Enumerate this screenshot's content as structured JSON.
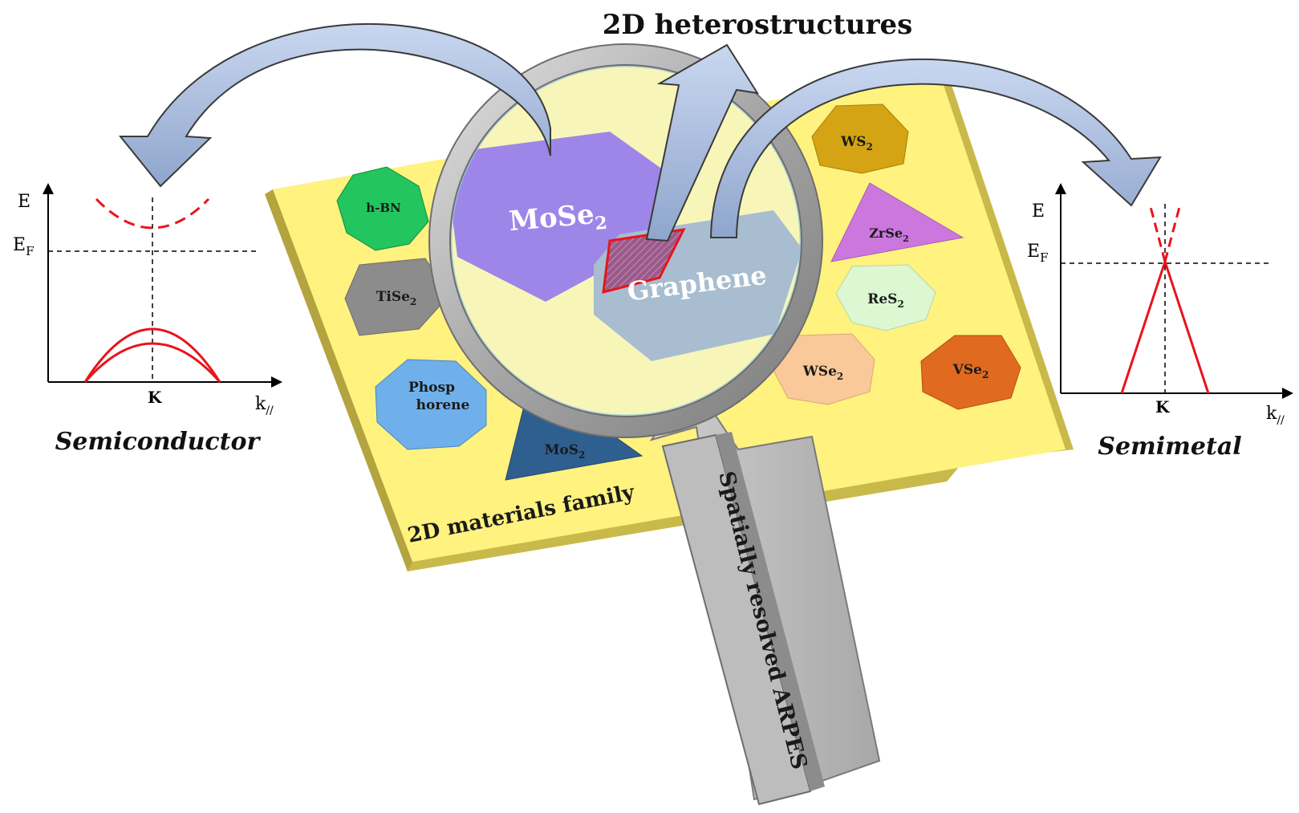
{
  "title": "2D heterostructures",
  "board_label": "2D materials family",
  "handle_label": "Spatially resolved ARPES",
  "materials": {
    "hbn": "h-BN",
    "tise2": "TiSe",
    "phos_line1": "Phosp",
    "phos_line2": "horene",
    "mos2": "MoS",
    "ws2": "WS",
    "zrse2": "ZrSe",
    "res2": "ReS",
    "wse2": "WSe",
    "vse2": "VSe",
    "mose2": "MoSe",
    "graphene": "Graphene",
    "subscript": "2"
  },
  "left_plot": {
    "y_axis": "E",
    "fermi": "E",
    "fermi_sub": "F",
    "k_point": "K",
    "x_axis": "k",
    "x_sub": "//",
    "caption": "Semiconductor"
  },
  "right_plot": {
    "y_axis": "E",
    "fermi": "E",
    "fermi_sub": "F",
    "k_point": "K",
    "x_axis": "k",
    "x_sub": "//",
    "caption": "Semimetal"
  },
  "colors": {
    "board": "#fff27f",
    "board_edge": "#c9b94a",
    "arrow_fill": "#a9bde0",
    "band_red": "#e8141b",
    "hbn": "#22c55e",
    "tise2": "#8c8c8c",
    "phosphorene": "#6fb0ea",
    "mos2": "#2f5f8f",
    "ws2": "#d4a414",
    "zrse2": "#cc77dd",
    "res2": "#dcf7d2",
    "wse2": "#f9c99a",
    "vse2": "#e06a20",
    "mose2": "#9e86e8",
    "graphene": "#a9bdd0",
    "magnifier": "#b4b4b4"
  }
}
